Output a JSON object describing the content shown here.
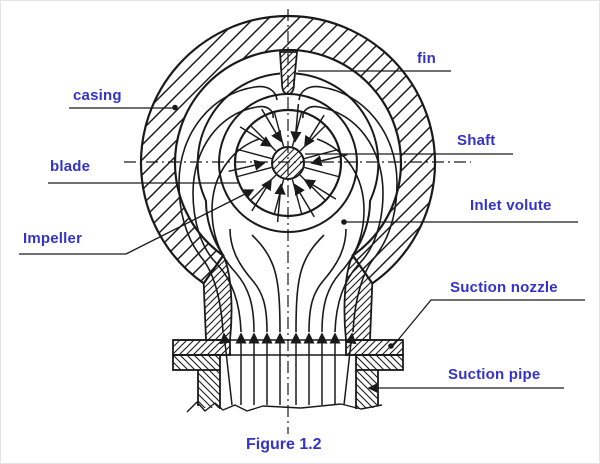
{
  "diagram": {
    "title": "Figure 1.2",
    "subject": "centrifugal pump suction cross-section"
  },
  "labels": {
    "casing": "casing",
    "blade": "blade",
    "impeller": "Impeller",
    "fin": "fin",
    "shaft": "Shaft",
    "inlet_volute": "Inlet volute",
    "suction_nozzle": "Suction nozzle",
    "suction_pipe": "Suction pipe"
  },
  "caption": "Figure 1.2",
  "colors": {
    "label_text": "#3333cc",
    "line_color": "#1a1a1a",
    "background": "#ffffff"
  },
  "icons": {
    "flow_arrows": "upward-flow-arrow",
    "inflow_arrows": "radial-inflow-arrow"
  }
}
